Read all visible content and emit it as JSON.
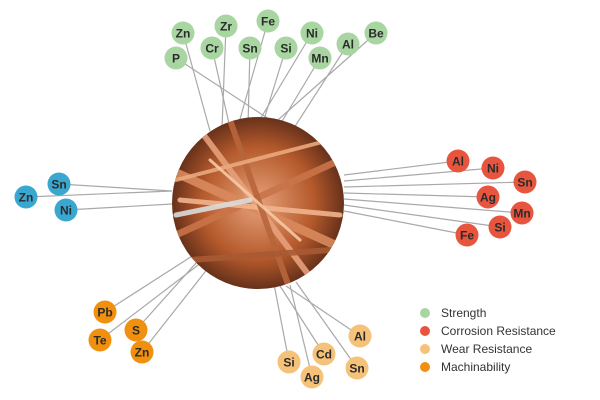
{
  "colors": {
    "strength": "#a8d5a2",
    "corrosion": "#e8553e",
    "wear": "#f5c27a",
    "machinability": "#f0900e",
    "zinc_group": "#3aa7d0",
    "line": "#a9a9a9",
    "label_dark": "#2b2b2b",
    "label_light": "#ffffff"
  },
  "center_image": "copper-wire-photo",
  "groups": [
    {
      "id": "strength",
      "color_key": "strength",
      "text_color_key": "label_dark",
      "elements": [
        "Zn",
        "Zr",
        "Fe",
        "Ni",
        "Be",
        "P",
        "Cr",
        "Sn",
        "Si",
        "Mn",
        "Al"
      ]
    },
    {
      "id": "corrosion",
      "color_key": "corrosion",
      "text_color_key": "label_dark",
      "elements": [
        "Al",
        "Ni",
        "Sn",
        "Ag",
        "Mn",
        "Si",
        "Fe"
      ]
    },
    {
      "id": "left-blue",
      "color_key": "zinc_group",
      "text_color_key": "label_dark",
      "elements": [
        "Sn",
        "Zn",
        "Ni"
      ]
    },
    {
      "id": "machinability",
      "color_key": "machinability",
      "text_color_key": "label_dark",
      "elements": [
        "Pb",
        "S",
        "Te",
        "Zn"
      ]
    },
    {
      "id": "wear",
      "color_key": "wear",
      "text_color_key": "label_dark",
      "elements": [
        "Al",
        "Si",
        "Cd",
        "Sn",
        "Ag"
      ]
    }
  ],
  "legend": [
    {
      "label": "Strength",
      "color_key": "strength"
    },
    {
      "label": "Corrosion Resistance",
      "color_key": "corrosion"
    },
    {
      "label": "Wear Resistance",
      "color_key": "wear"
    },
    {
      "label": "Machinability",
      "color_key": "machinability"
    }
  ]
}
